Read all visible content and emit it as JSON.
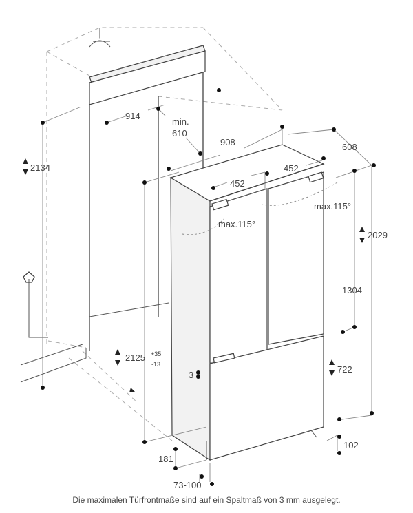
{
  "dimensions": {
    "niche_width": "914",
    "min_label": "min.",
    "min_value": "610",
    "appliance_width": "908",
    "appliance_depth": "608",
    "door_width_left": "452",
    "door_width_right": "452",
    "door_angle_left": "max.115°",
    "door_angle_right": "max.115°",
    "niche_height": "2134",
    "appliance_height": "2029",
    "upper_door_height": "1304",
    "niche_height_range": "2125",
    "niche_height_tol_plus": "+35",
    "niche_height_tol_minus": "-13",
    "gap": "3",
    "drawer_height": "722",
    "plinth_depth": "181",
    "foot_height": "102",
    "door_offset": "73-100"
  },
  "caption": "Die maximalen Türfrontmaße sind auf ein Spaltmaß von 3 mm ausgelegt."
}
